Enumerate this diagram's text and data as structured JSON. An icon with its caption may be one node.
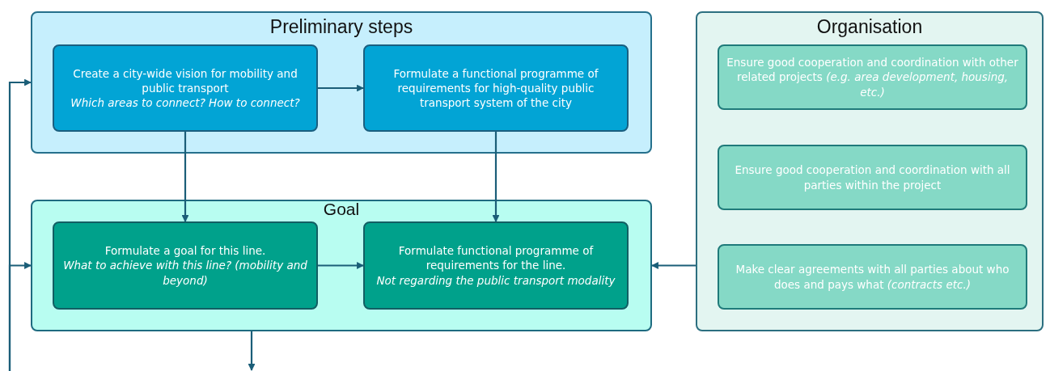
{
  "diagram": {
    "nodes": [
      {
        "text": [
          "Preliminary steps"
        ]
      },
      {
        "text": [
          "Create a city-wide vision for mobility and public transport",
          "Which areas to connect? How to connect?"
        ],
        "in": 0
      },
      {
        "text": [
          "Formulate a functional programme of requirements for high-quality public transport system of the city"
        ],
        "in": 0
      },
      {
        "text": [
          "Goal"
        ]
      },
      {
        "text": [
          "Formulate a goal for this line.",
          "What to achieve with this line? (mobility and beyond)"
        ],
        "in": 3
      },
      {
        "text": [
          "Formulate functional programme of requirements for the line.",
          "Not regarding the public transport modality"
        ],
        "in": 3
      },
      {
        "text": [
          "Organisation"
        ]
      },
      {
        "text": [
          "Ensure good cooperation and coordination with other related projects *(e.g. area development, housing, etc.)*"
        ],
        "in": 6
      },
      {
        "text": [
          "Ensure good cooperation and coordination with all parties within the project"
        ],
        "in": 6
      },
      {
        "text": [
          "Make clear agreements with all parties about who does and pays what *(contracts etc.)*"
        ],
        "in": 6
      }
    ],
    "edges": [
      {
        "from": 1,
        "to": 2,
        "arrow": "to"
      },
      {
        "from": 1,
        "to": 4,
        "arrow": "to"
      },
      {
        "from": 2,
        "to": 5,
        "arrow": "to"
      },
      {
        "from": 4,
        "to": 5,
        "arrow": "to"
      },
      {
        "from": 6,
        "to": 3,
        "arrow": "to"
      },
      {
        "from": 3,
        "to": null,
        "arrow": "to"
      },
      {
        "from": null,
        "to": 0,
        "arrow": "to"
      },
      {
        "from": null,
        "to": 3,
        "arrow": "to"
      }
    ]
  }
}
